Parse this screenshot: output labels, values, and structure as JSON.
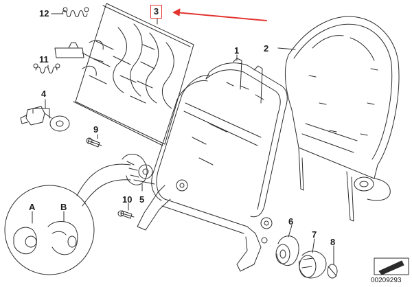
{
  "diagram": {
    "callouts": {
      "frame": "1",
      "back_panel": "2",
      "seat_back_mat": "3",
      "bushing": "4",
      "adjuster_knob": "5",
      "cover_disc": "6",
      "cap": "7",
      "clip": "8",
      "screw_upper": "9",
      "screw_lower": "10",
      "tension_spring_cable": "11",
      "tension_spring": "12",
      "detail_a": "A",
      "detail_b": "B"
    },
    "highlight_color": "#e3342f",
    "line_color": "#2b2b2b",
    "document_number": "00209293"
  }
}
